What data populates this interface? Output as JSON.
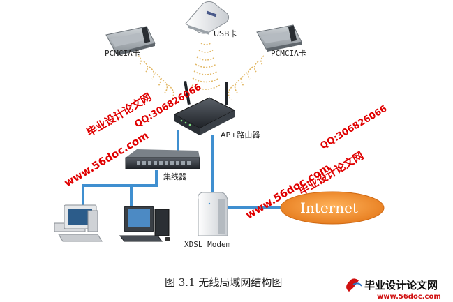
{
  "nodes": {
    "usb": "USB卡",
    "pcmcia_left": "PCMCIA卡",
    "pcmcia_right": "PCMCIA卡",
    "router": "AP+路由器",
    "hub": "集线器",
    "modem": "XDSL Modem",
    "internet": "Internet"
  },
  "caption": "图 3.1  无线局域网结构图",
  "watermarks": {
    "site_name": "毕业设计论文网",
    "url": "www.56doc.com",
    "qq": "QQ:306826066"
  },
  "logo": {
    "name": "毕业设计论文网",
    "url": "www.56doc.com"
  },
  "colors": {
    "link": "#3f8fd0",
    "internet_cloud": "#f08a2a",
    "signal_waves": "#e2b866",
    "watermark": "#e00000"
  }
}
